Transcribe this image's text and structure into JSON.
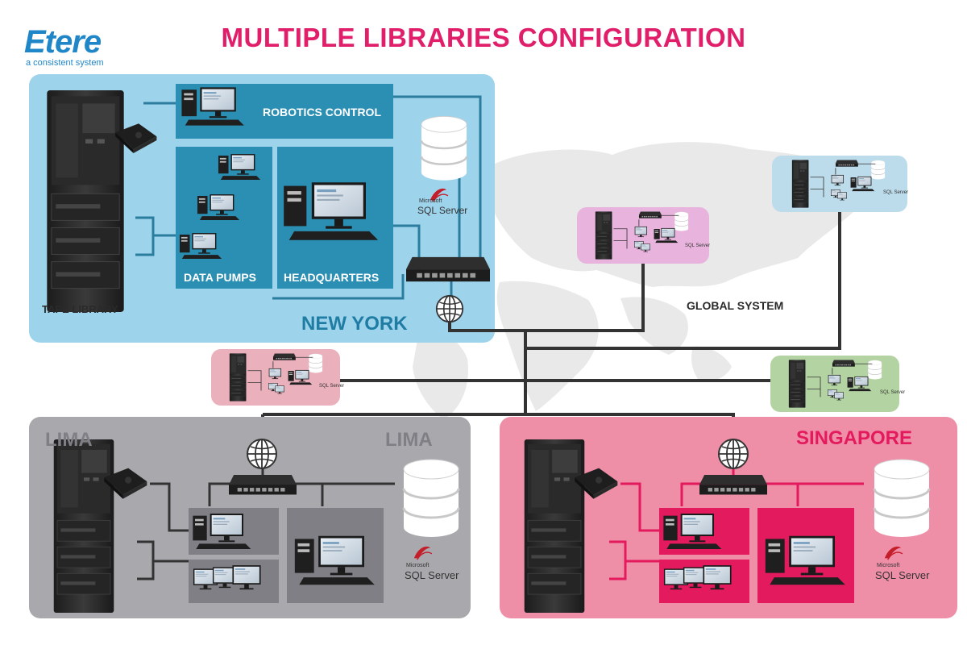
{
  "header": {
    "logo_text": "Etere",
    "logo_tagline": "a consistent system",
    "title": "MULTIPLE LIBRARIES CONFIGURATION"
  },
  "sites": {
    "new_york": {
      "name": "NEW YORK",
      "robotics": "ROBOTICS CONTROL",
      "data_pumps": "DATA PUMPS",
      "headquarters": "HEADQUARTERS",
      "tape_library": "TAPE LIBRARY",
      "db_brand": "Microsoft",
      "db_name": "SQL Server"
    },
    "lima": {
      "name_left": "LIMA",
      "name_right": "LIMA",
      "db_brand": "Microsoft",
      "db_name": "SQL Server"
    },
    "singapore": {
      "name": "SINGAPORE",
      "db_brand": "Microsoft",
      "db_name": "SQL Server"
    }
  },
  "mini_sites": {
    "db_name": "SQL Server"
  },
  "global_label": "GLOBAL SYSTEM",
  "colors": {
    "title": "#e01e6a",
    "logo": "#1f86c8",
    "new_york_panel": "#9ed3ec",
    "new_york_inner": "#2b8fb3",
    "lima_panel": "#a9a9ad",
    "lima_inner": "#7f7f85",
    "singapore_panel": "#ef8ea7",
    "singapore_inner": "#e31a5e",
    "mini_blue": "#bcdcec",
    "mini_pink": "#e8b4dd",
    "mini_rose": "#eab0bc",
    "mini_green": "#b3d4a2",
    "line": "#333333"
  }
}
